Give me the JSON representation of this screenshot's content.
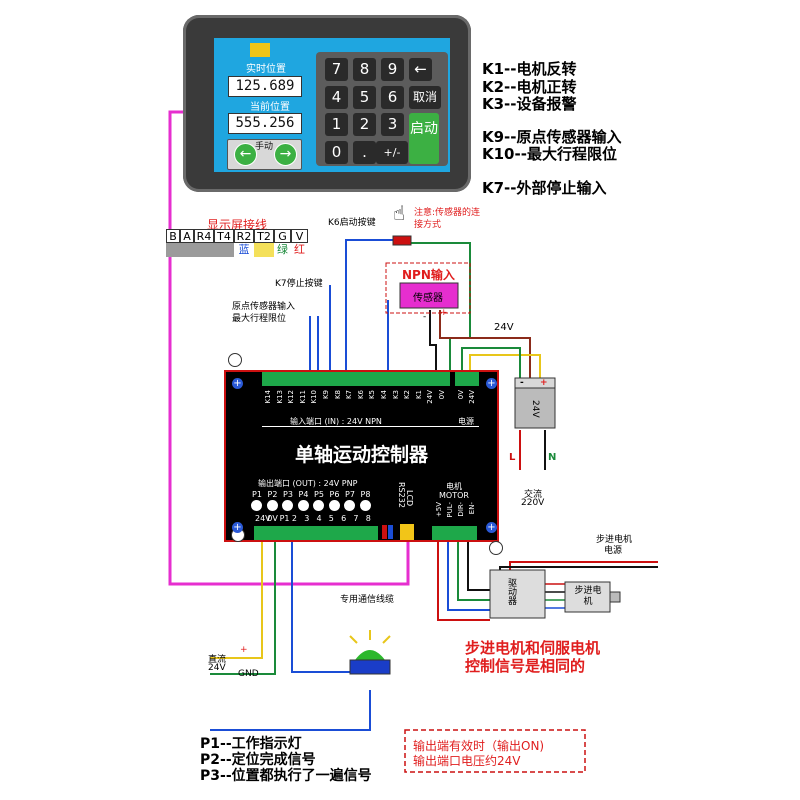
{
  "hmi": {
    "realtime_label": "实时位置",
    "realtime_value": "125.689",
    "current_label": "当前位置",
    "current_value": "555.256",
    "manual_label": "手动",
    "keys": [
      "7",
      "8",
      "9",
      "←",
      "4",
      "5",
      "6",
      "取消",
      "1",
      "2",
      "3",
      "0",
      ".",
      "+/-"
    ],
    "start_label": "启动"
  },
  "key_descriptions": [
    "K1--电机反转",
    "K2--电机正转",
    "K3--设备报警",
    "K9--原点传感器输入",
    "K10--最大行程限位",
    "K7--外部停止输入"
  ],
  "display_connector": {
    "title": "显示屏接线",
    "pins": [
      "B",
      "A",
      "R4",
      "T4",
      "R2",
      "T2",
      "G",
      "V"
    ],
    "colors": [
      "蓝",
      "绿",
      "红"
    ]
  },
  "labels": {
    "k6_start": "K6启动按键",
    "sensor_note": "注意:传感器的连接方式",
    "npn_input": "NPN输入",
    "sensor": "传感器",
    "k7_stop": "K7停止按键",
    "origin_sensor": "原点传感器输入",
    "max_limit": "最大行程限位",
    "v24": "24V",
    "ac": "交流",
    "v220": "220V",
    "psu_24v": "24V",
    "L": "L",
    "N": "N",
    "stepper_power_1": "步进电机",
    "stepper_power_2": "电源",
    "driver": "驱动器",
    "stepper_motor": "步进电机",
    "comm_cable": "专用通信线缆",
    "dc": "直流",
    "dc_24v": "24V",
    "gnd": "GND",
    "plus": "+",
    "minus": "-",
    "stepper_note_1": "步进电机和伺服电机",
    "stepper_note_2": "控制信号是相同的"
  },
  "controller": {
    "title": "单轴运动控制器",
    "input_port": "输入端口 (IN) : 24V NPN",
    "power": "电源",
    "output_port": "输出端口 (OUT) : 24V PNP",
    "motor_cn": "电机",
    "motor_en": "MOTOR",
    "rs232": "RS232",
    "lcd": "LCD",
    "output_pins": [
      "P1",
      "P2",
      "P3",
      "P4",
      "P5",
      "P6",
      "P7",
      "P8"
    ],
    "input_pins": [
      "K14",
      "K13",
      "K12",
      "K11",
      "K10",
      "K9",
      "K8",
      "K7",
      "K6",
      "K5",
      "K4",
      "K3",
      "K2",
      "K1",
      "24V",
      "0V"
    ],
    "power_pins": [
      "0V",
      "24V"
    ],
    "out_terms": [
      "24V",
      "0V",
      "P1",
      "2",
      "3",
      "4",
      "5",
      "6",
      "7",
      "8"
    ],
    "motor_pins": [
      "+5V",
      "PUL-",
      "DIR-",
      "EN-"
    ]
  },
  "output_descriptions": [
    "P1--工作指示灯",
    "P2--定位完成信号",
    "P3--位置都执行了一遍信号"
  ],
  "output_note": [
    "输出端有效时（输出ON)",
    "输出端口电压约24V"
  ]
}
